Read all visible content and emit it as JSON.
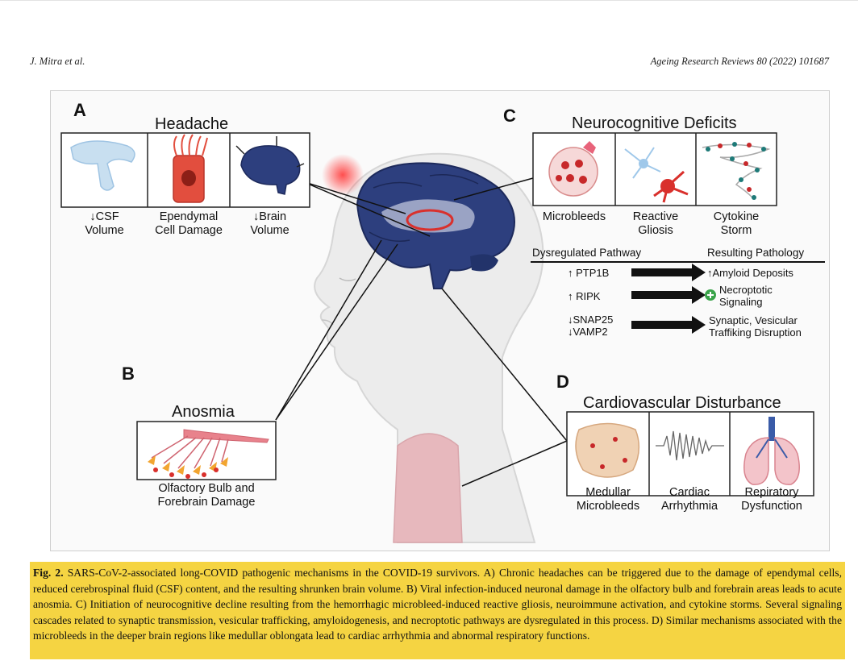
{
  "header": {
    "authors": "J. Mitra et al.",
    "journal": "Ageing Research Reviews 80 (2022) 101687"
  },
  "figure": {
    "panel_a": {
      "letter": "A",
      "title": "Headache",
      "labels": [
        "↓CSF\nVolume",
        "Ependymal\nCell Damage",
        "↓Brain\nVolume"
      ]
    },
    "panel_b": {
      "letter": "B",
      "title": "Anosmia",
      "label": "Olfactory Bulb  and\nForebrain Damage"
    },
    "panel_c": {
      "letter": "C",
      "title": "Neurocognitive Deficits",
      "labels": [
        "Microbleeds",
        "Reactive\nGliosis",
        "Cytokine\nStorm"
      ],
      "pathway_header": "Dysregulated Pathway",
      "pathology_header": "Resulting Pathology",
      "rows": [
        {
          "pathway": "↑ PTP1B",
          "pathology": "↑Amyloid Deposits"
        },
        {
          "pathway": "↑ RIPK",
          "pathology": "Necroptotic\nSignaling"
        },
        {
          "pathway": "↓SNAP25\n↓VAMP2",
          "pathology": "Synaptic, Vesicular\nTraffiking Disruption"
        }
      ]
    },
    "panel_d": {
      "letter": "D",
      "title": "Cardiovascular Disturbance",
      "labels": [
        "Medullar\nMicrobleeds",
        "Cardiac\nArrhythmia",
        "Repiratory\nDysfunction"
      ]
    }
  },
  "caption": {
    "label": "Fig. 2.",
    "text": "SARS-CoV-2-associated long-COVID pathogenic mechanisms in the COVID-19 survivors. A) Chronic headaches can be triggered due to the damage of ependymal cells, reduced cerebrospinal fluid (CSF) content, and the resulting shrunken brain volume. B) Viral infection-induced neuronal damage in the olfactory bulb and forebrain areas leads to acute anosmia. C) Initiation of neurocognitive decline resulting from the hemorrhagic microbleed-induced reactive gliosis, neuroimmune activation, and cytokine storms. Several signaling cascades related to synaptic transmission, vesicular trafficking, amyloidogenesis, and necroptotic pathways are dysregulated in this process. D) Similar mechanisms associated with the microbleeds in the deeper brain regions like medullar oblongata lead to cardiac arrhythmia and abnormal respiratory functions."
  },
  "colors": {
    "caption_highlight": "#f5d442",
    "brain_blue": "#2c3e7a",
    "bleed_red": "#d9302c"
  }
}
